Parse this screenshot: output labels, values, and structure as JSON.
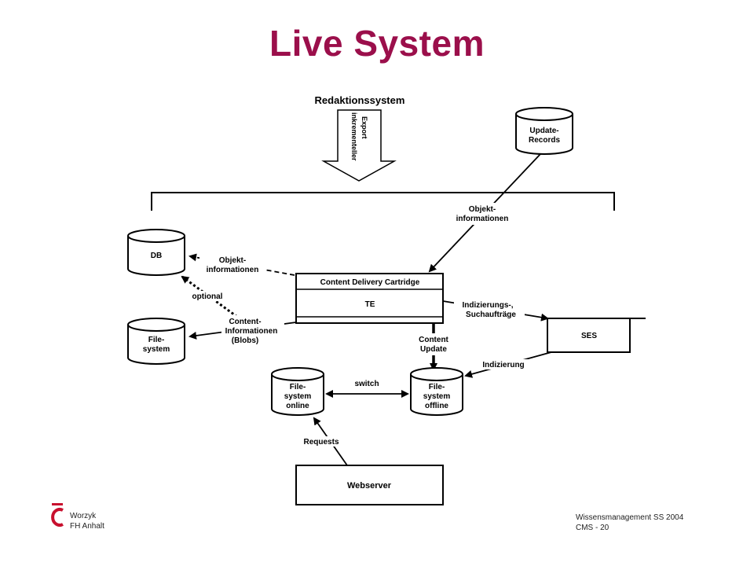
{
  "slide": {
    "title": "Live System"
  },
  "diagram": {
    "source": "Redaktionssystem",
    "export_arrow": [
      "inkrementeller",
      "Export"
    ],
    "update_records": [
      "Update-",
      "Records"
    ],
    "objekt_info_right": [
      "Objekt-",
      "informationen"
    ],
    "db": "DB",
    "objekt_info_left": [
      "Objekt-",
      "informationen"
    ],
    "optional": "optional",
    "content_info": [
      "Content-",
      "Informationen",
      "(Blobs)"
    ],
    "filesystem": [
      "File-",
      "system"
    ],
    "cdc_title": "Content Delivery Cartridge",
    "te": "TE",
    "indizierungs": [
      "Indizierungs-,",
      "Suchaufträge"
    ],
    "ses": "SES",
    "content_update": [
      "Content",
      "Update"
    ],
    "indizierung": "Indizierung",
    "switch": "switch",
    "fs_online": [
      "File-",
      "system",
      "online"
    ],
    "fs_offline": [
      "File-",
      "system",
      "offline"
    ],
    "requests": "Requests",
    "webserver": "Webserver"
  },
  "footer": {
    "author": "Worzyk",
    "institution": "FH Anhalt",
    "course": "Wissensmanagement SS 2004",
    "page": "CMS - 20"
  },
  "colors": {
    "title": "#9b0f4b",
    "logo": "#c8102e"
  }
}
